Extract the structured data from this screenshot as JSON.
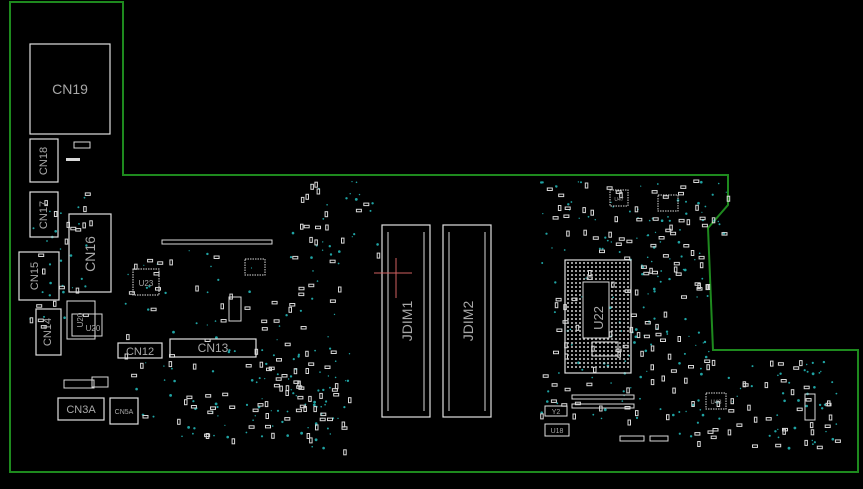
{
  "colors": {
    "background": "#000000",
    "outline": "#1e8a1e",
    "silk": "#d9d9d9",
    "label": "#a8a8a8",
    "via": "#1fa3a3",
    "cursor": "#d06060"
  },
  "components": {
    "cn19": "CN19",
    "cn18": "CN18",
    "cn17": "CN17",
    "cn16": "CN16",
    "cn15": "CN15",
    "cn14": "CN14",
    "cn13": "CN13",
    "cn12": "CN12",
    "cn3a": "CN3A",
    "cn5a": "CN5A",
    "u23": "U23",
    "u20": "U20",
    "u22": "U22",
    "jdim1": "JDIM1",
    "jdim2": "JDIM2",
    "y2": "Y2",
    "u18": "U18",
    "u48": "U48",
    "u47": "U47"
  }
}
